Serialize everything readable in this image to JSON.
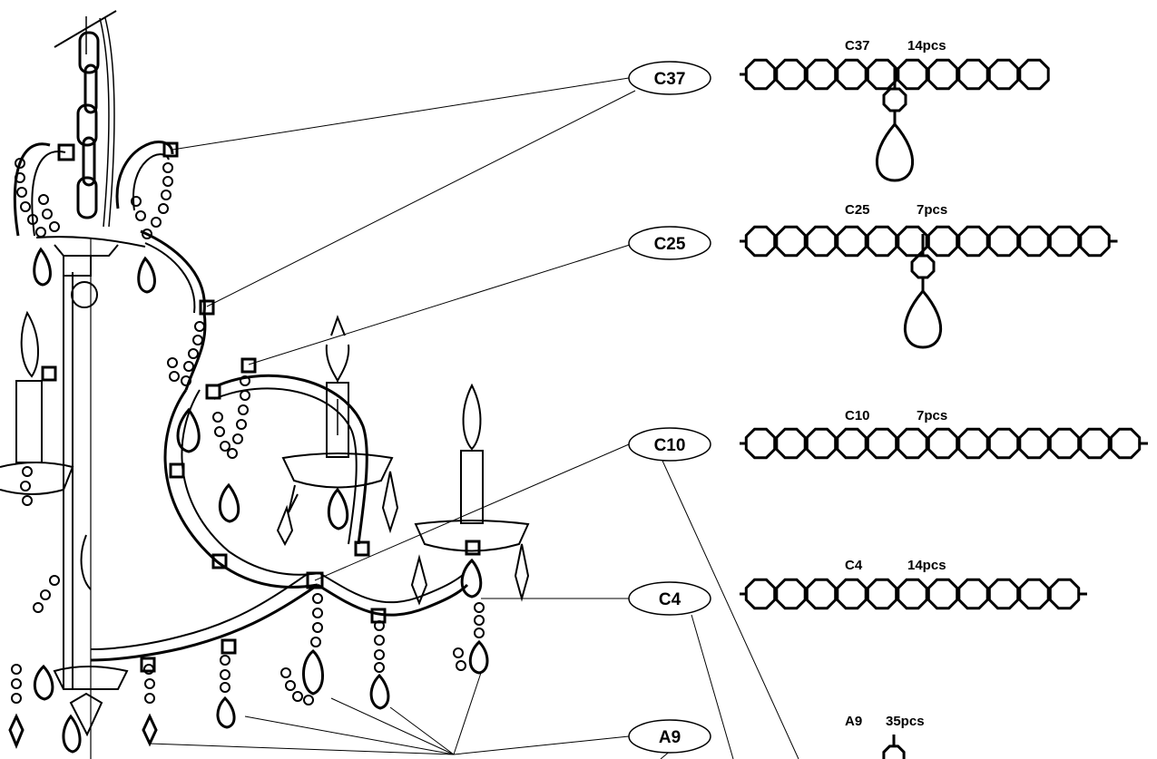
{
  "callouts": [
    {
      "id": "C37",
      "label": "C37"
    },
    {
      "id": "C25",
      "label": "C25"
    },
    {
      "id": "C10",
      "label": "C10"
    },
    {
      "id": "C4",
      "label": "C4"
    },
    {
      "id": "A9",
      "label": "A9"
    }
  ],
  "parts": [
    {
      "code": "C37",
      "qty": "14pcs",
      "octagons": 10,
      "pendant": true
    },
    {
      "code": "C25",
      "qty": "7pcs",
      "octagons": 12,
      "pendant": true
    },
    {
      "code": "C10",
      "qty": "7pcs",
      "octagons": 13,
      "pendant": false
    },
    {
      "code": "C4",
      "qty": "14pcs",
      "octagons": 11,
      "pendant": false
    },
    {
      "code": "A9",
      "qty": "35pcs",
      "octagons": 1,
      "pendant": false
    }
  ],
  "colors": {
    "line": "#000000",
    "background": "#ffffff"
  }
}
